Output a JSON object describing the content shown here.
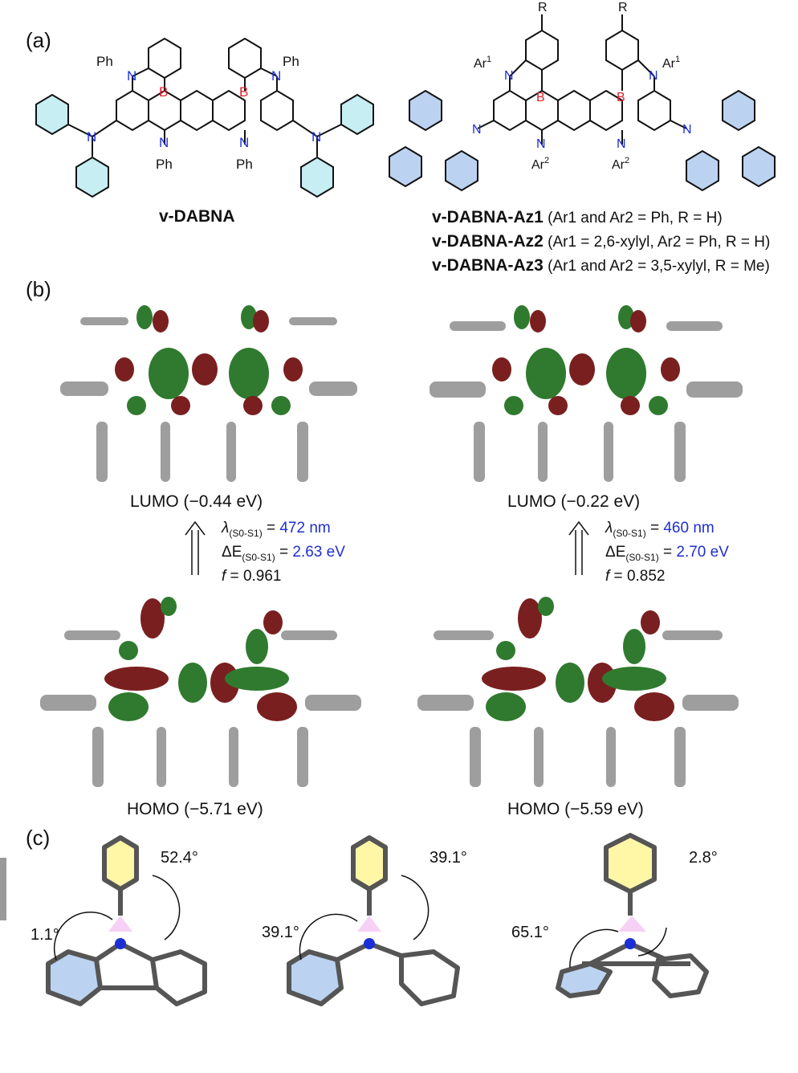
{
  "panels": {
    "a": "(a)",
    "b": "(b)",
    "c": "(c)"
  },
  "structures": {
    "left_name": "v-DABNA",
    "right_variants": [
      {
        "name": "v-DABNA-Az1",
        "desc": "(Ar1 and Ar2 = Ph, R = H)"
      },
      {
        "name": "v-DABNA-Az2",
        "desc": "(Ar1 = 2,6-xylyl, Ar2 = Ph, R = H)"
      },
      {
        "name": "v-DABNA-Az3",
        "desc": "(Ar1 and Ar2 = 3,5-xylyl, R = Me)"
      }
    ],
    "atom_labels": {
      "N": "N",
      "B": "B",
      "Ph": "Ph",
      "R": "R",
      "Ar": "Ar"
    }
  },
  "orbitals": {
    "left": {
      "lumo": "LUMO (−0.44 eV)",
      "homo": "HOMO (−5.71 eV)",
      "lambda_label": "λ",
      "lambda_sub": "(S0-S1)",
      "lambda_value": "472 nm",
      "dE_label": "ΔE",
      "dE_sub": "(S0-S1)",
      "dE_value": "2.63 eV",
      "f_label": "f",
      "f_value": "0.961"
    },
    "right": {
      "lumo": "LUMO (−0.22 eV)",
      "homo": "HOMO (−5.59 eV)",
      "lambda_label": "λ",
      "lambda_sub": "(S0-S1)",
      "lambda_value": "460 nm",
      "dE_label": "ΔE",
      "dE_sub": "(S0-S1)",
      "dE_value": "2.70 eV",
      "f_label": "f",
      "f_value": "0.852"
    }
  },
  "angles": {
    "left": {
      "top": "52.4°",
      "side": "1.1°"
    },
    "middle": {
      "top": "39.1°",
      "side": "39.1°"
    },
    "right": {
      "top": "2.8°",
      "side": "65.1°"
    }
  },
  "colors": {
    "nitrogen": "#1c2fd6",
    "boron": "#e0202a",
    "blue_text": "#1f2fd0",
    "ring_cyan": "#c6eef3",
    "ring_blue": "#bcd2f1",
    "ring_yellow": "#fff6a6",
    "lobe_green": "#2f7a2f",
    "lobe_red": "#7a1f1f",
    "triangle_pink": "#f4c6f2"
  }
}
